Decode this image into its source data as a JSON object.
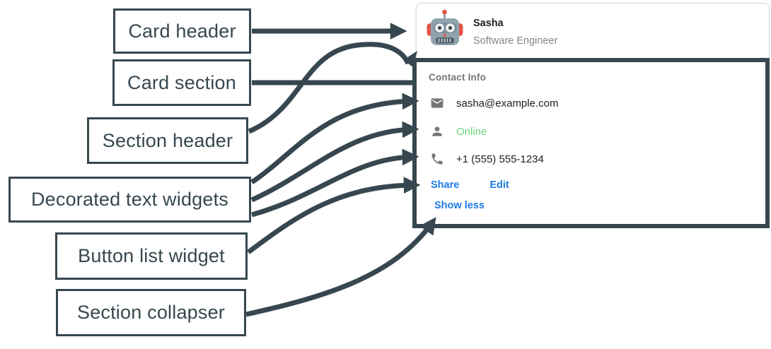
{
  "annotations": {
    "card_header_label": "Card header",
    "card_section_label": "Card section",
    "section_header_label": "Section header",
    "decorated_text_label": "Decorated text widgets",
    "button_list_label": "Button list widget",
    "section_collapser_label": "Section collapser"
  },
  "card": {
    "header": {
      "avatar_icon": "robot-avatar-icon",
      "name": "Sasha",
      "role": "Software Engineer"
    },
    "section": {
      "header": "Contact Info",
      "rows": [
        {
          "icon": "email-icon",
          "text": "sasha@example.com"
        },
        {
          "icon": "person-icon",
          "text": "Online"
        },
        {
          "icon": "phone-icon",
          "text": "+1 (555) 555-1234"
        }
      ],
      "buttons": [
        {
          "label": "Share"
        },
        {
          "label": "Edit"
        }
      ],
      "collapser": {
        "label": "Show less"
      }
    }
  },
  "colors": {
    "annotation_dark": "#37474F",
    "link_blue": "#1f7ce8",
    "online_green": "#6fd57c",
    "text_primary": "#212121",
    "text_secondary": "#757575",
    "card_border": "#dadce0"
  }
}
